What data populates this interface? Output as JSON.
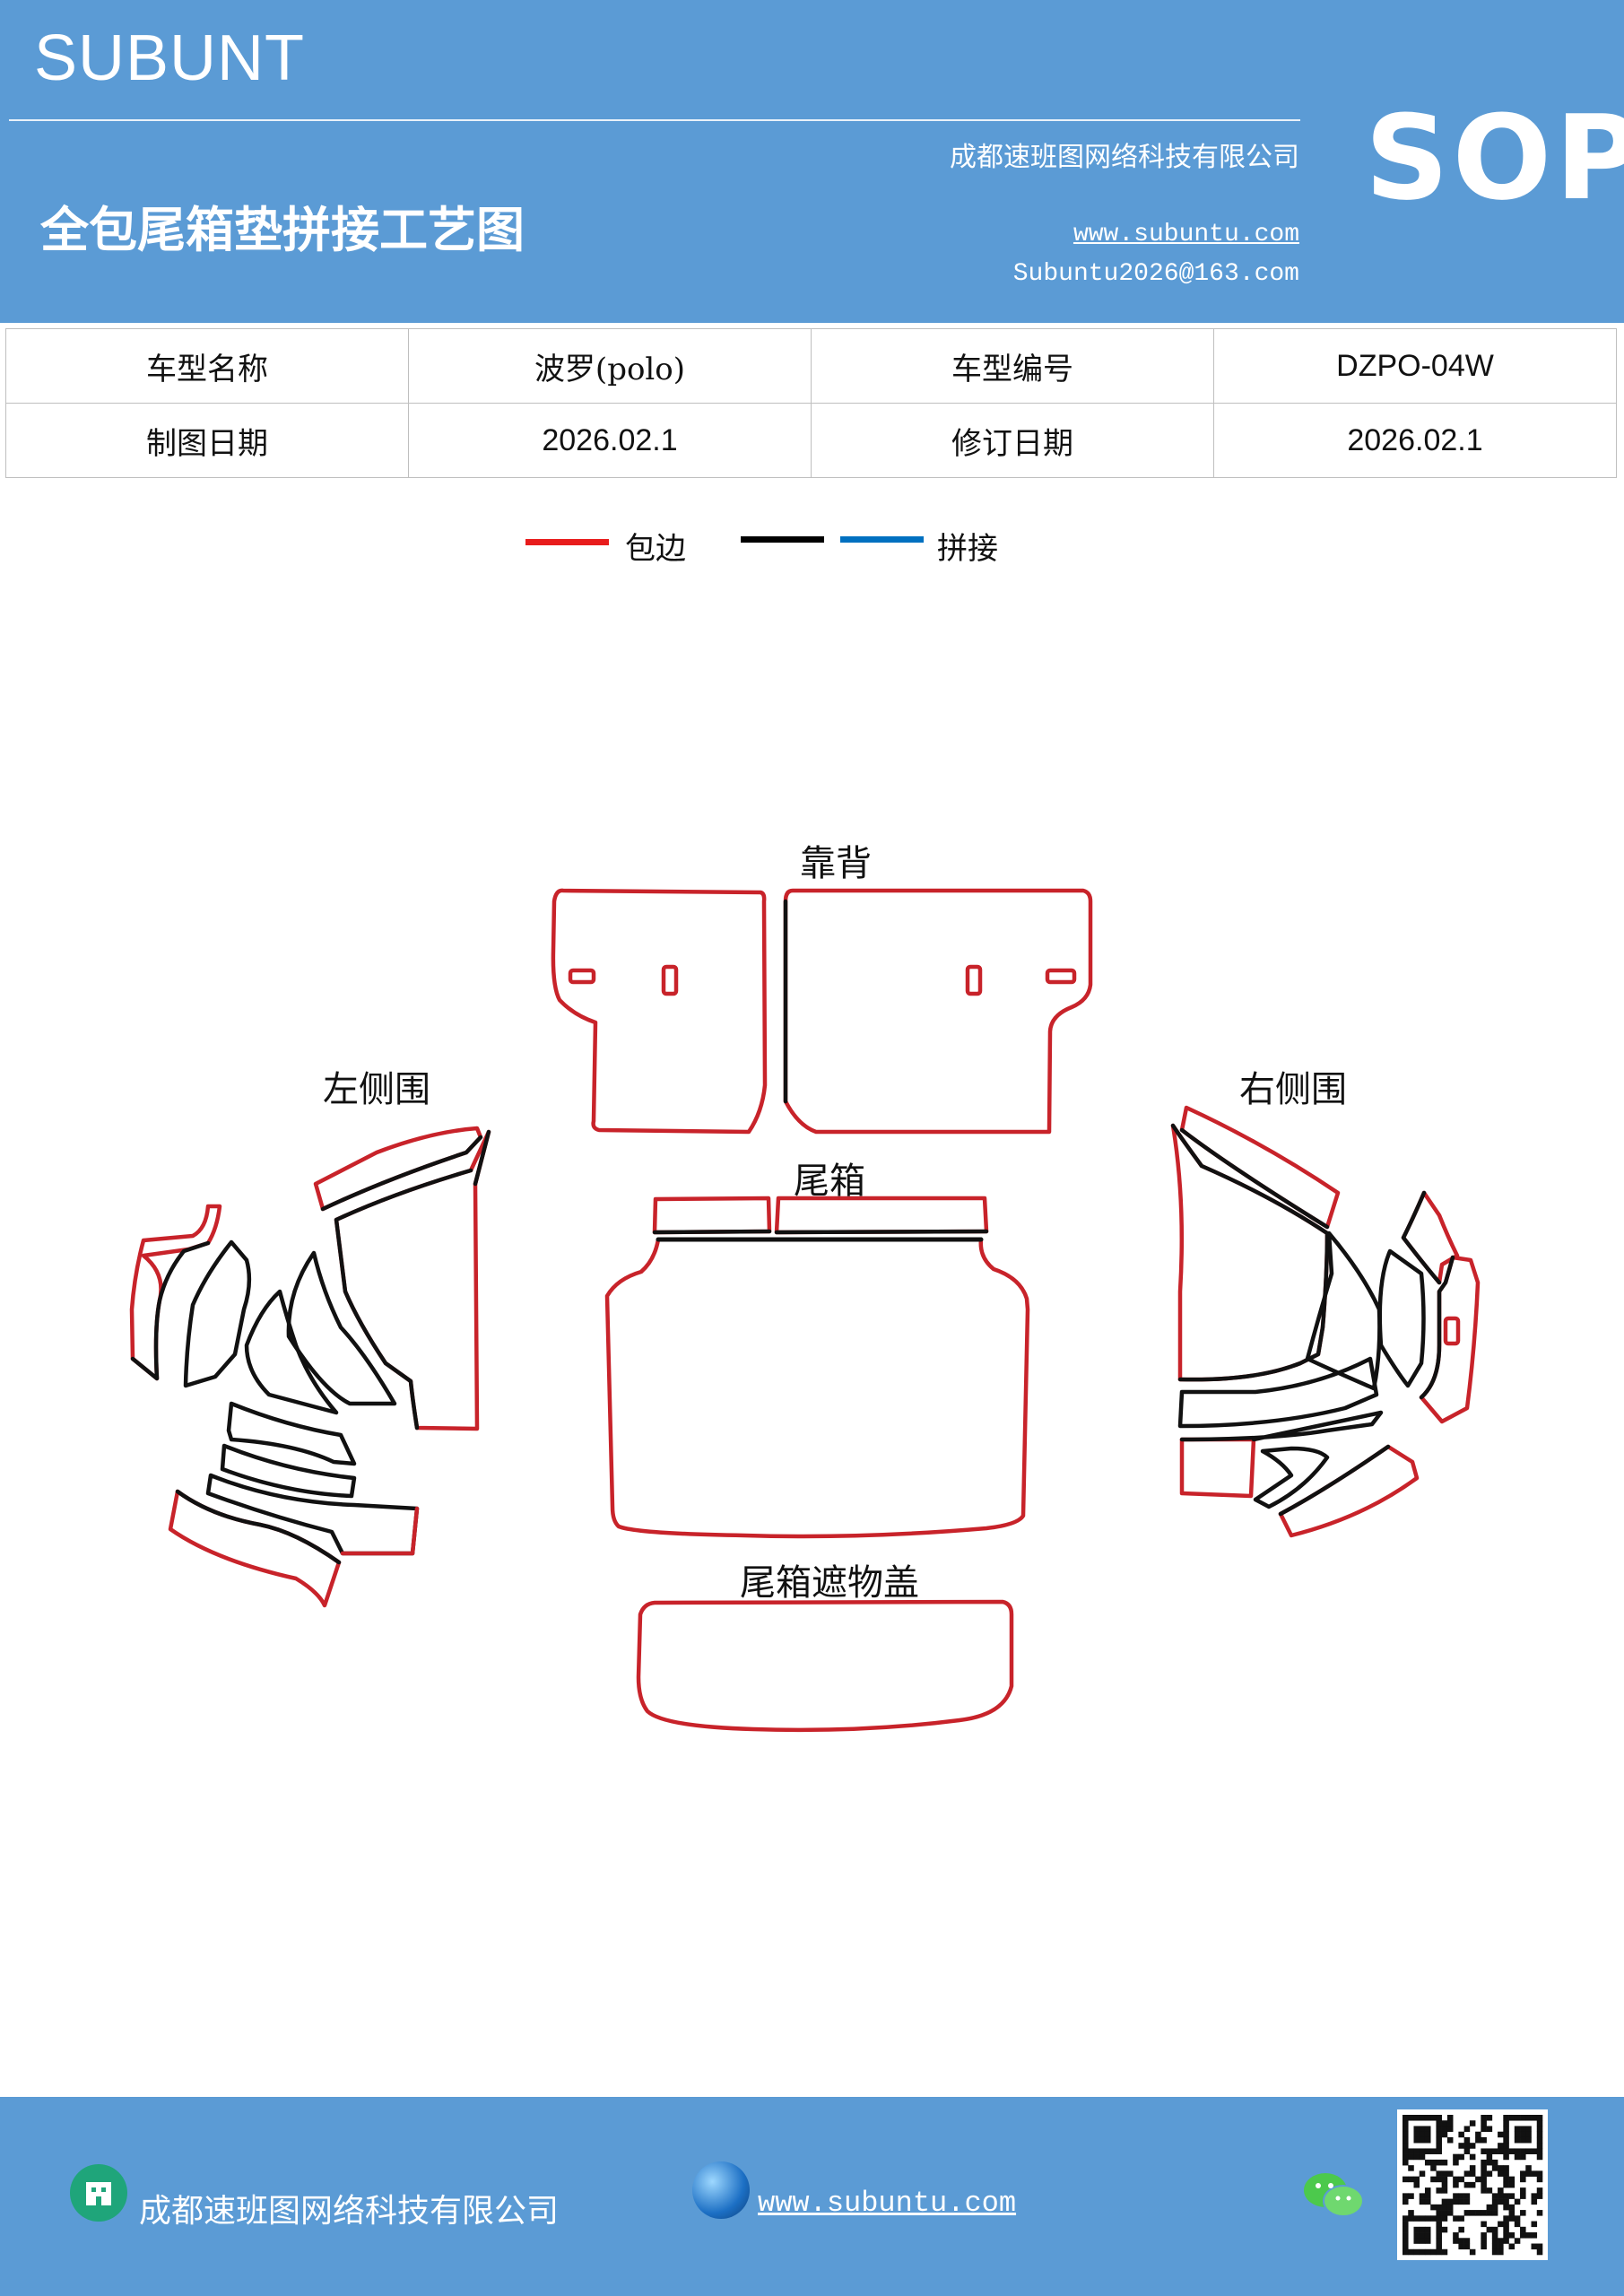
{
  "header": {
    "brand": "SUBUNT",
    "company": "成都速班图网络科技有限公司",
    "title": "全包尾箱垫拼接工艺图",
    "website": "www.subuntu.com",
    "email": "Subuntu2026@163.com",
    "sop": "SOP"
  },
  "info": {
    "row1": [
      "车型名称",
      "波罗(polo)",
      "车型编号",
      "DZPO-04W"
    ],
    "row2": [
      "制图日期",
      "2026.02.1",
      "修订日期",
      "2026.02.1"
    ]
  },
  "legend": {
    "items": [
      {
        "label": "包边",
        "color": "#e81c1c"
      },
      {
        "label": "",
        "color": "#000000"
      },
      {
        "label": "拼接",
        "color": "#0070c0"
      }
    ]
  },
  "parts": {
    "backrest": "靠背",
    "left_side": "左侧围",
    "right_side": "右侧围",
    "trunk": "尾箱",
    "cover": "尾箱遮物盖"
  },
  "colors": {
    "header_bg": "#5b9bd5",
    "edge_red": "#c8232a",
    "seam_black": "#111111"
  },
  "footer": {
    "company": "成都速班图网络科技有限公司",
    "website": "www.subuntu.com",
    "icons": [
      "building-icon",
      "globe-icon",
      "wechat-icon",
      "qr-code"
    ]
  }
}
